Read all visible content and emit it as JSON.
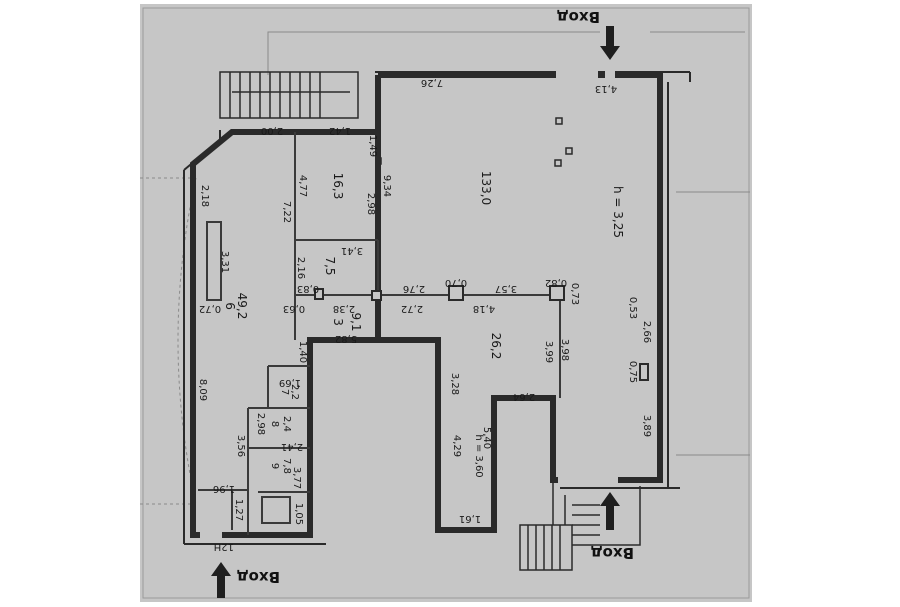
{
  "colors": {
    "paper": "#c6c6c6",
    "wall": "#2a2a2a",
    "line": "#4a4a4a"
  },
  "entrances": [
    {
      "id": "top",
      "label": "Вход",
      "code": ""
    },
    {
      "id": "bottom-right",
      "label": "Вход",
      "code": ""
    },
    {
      "id": "bottom-left",
      "label": "Вход",
      "code": "12H"
    }
  ],
  "rooms": {
    "hall": {
      "area": "133,0",
      "height": "h = 3,25"
    },
    "office": {
      "area": "16,3"
    },
    "small": {
      "area": "7,5"
    },
    "left": {
      "number": "6",
      "area": "49,2"
    },
    "corridor": {
      "number": "3",
      "area": "9,1"
    },
    "mid": {
      "area": "26,2"
    },
    "lav1": {
      "number": "7",
      "area": "2,2"
    },
    "lav2": {
      "number": "8",
      "area": "2,4"
    },
    "lav3": {
      "number": "9",
      "area": "7,8"
    }
  },
  "heights": {
    "right": "h = 3,60"
  },
  "dimensions": [
    "7,26",
    "4,13",
    "2,00",
    "1,42",
    "1,49",
    "9,34",
    "4,77",
    "7,22",
    "2,98",
    "3,41",
    "2,16",
    "2,18",
    "3,31",
    "0,72",
    "0,83",
    "0,63",
    "2,38",
    "2,72",
    "2,76",
    "0,70",
    "3,57",
    "0,82",
    "4,18",
    "0,73",
    "0,53",
    "2,66",
    "0,75",
    "5,82",
    "3,98",
    "3,99",
    "2,64",
    "3,89",
    "1,40",
    "1,69",
    "8,09",
    "3,28",
    "5,40",
    "4,29",
    "2,98",
    "2,41",
    "3,56",
    "3,77",
    "1,96",
    "1,27",
    "1,05",
    "1,61"
  ]
}
